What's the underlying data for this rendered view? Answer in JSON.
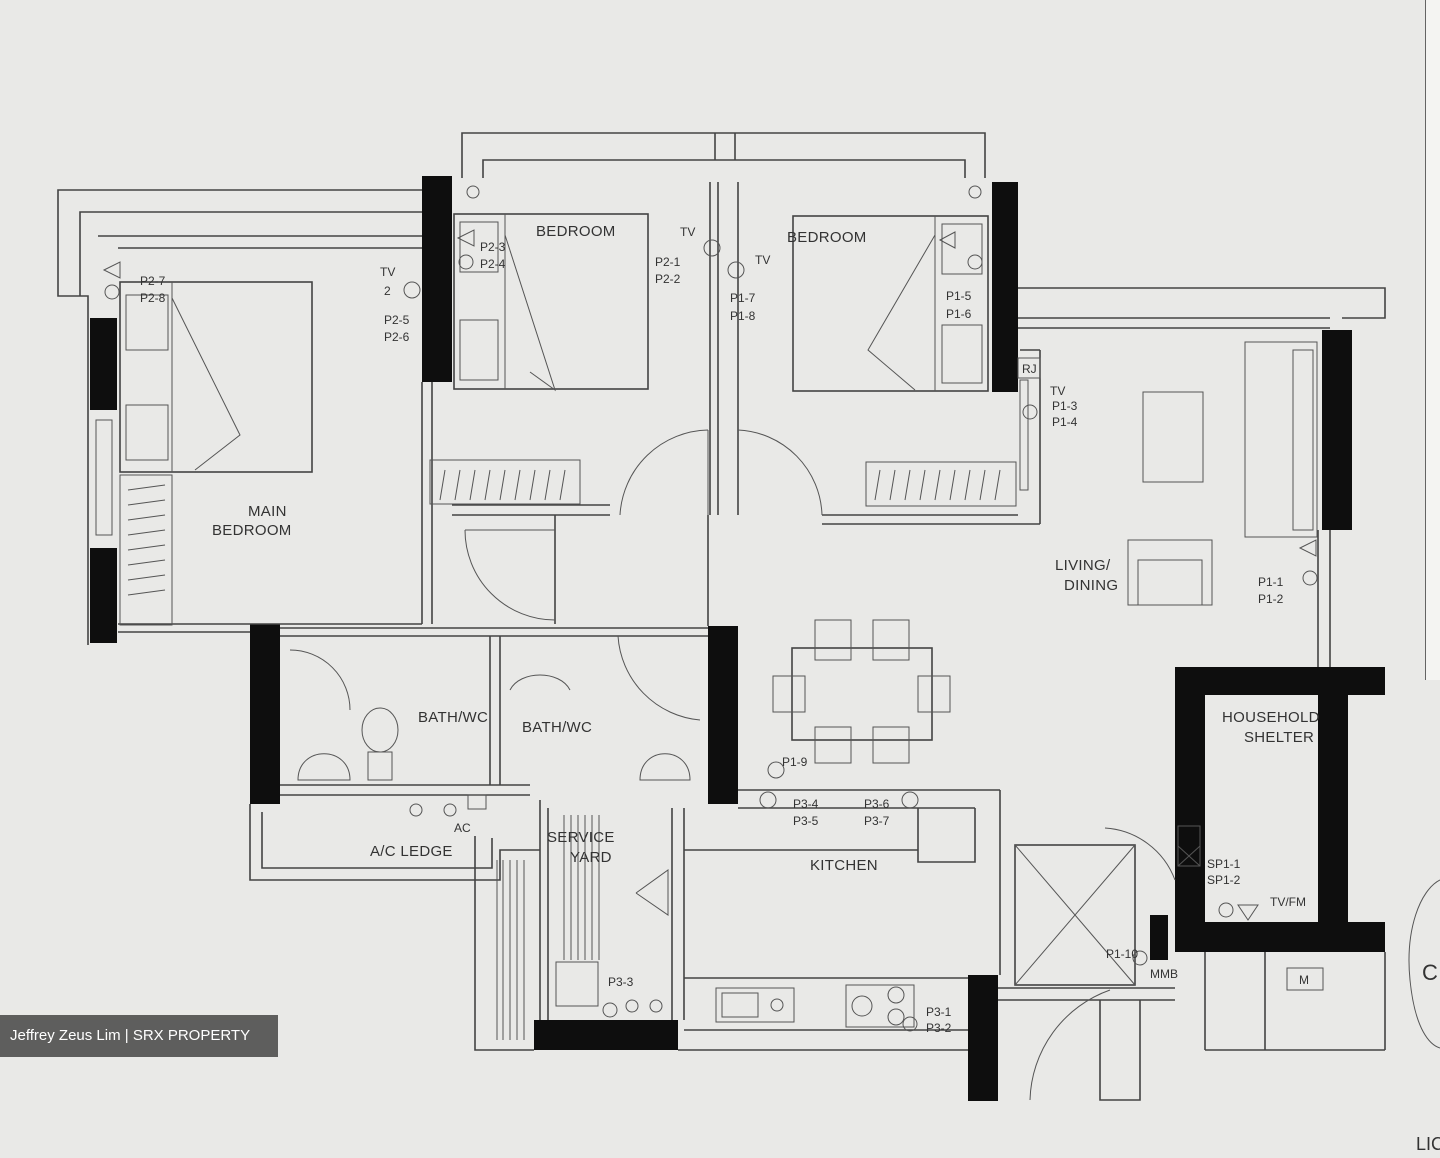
{
  "rooms": {
    "bedroom_1": "BEDROOM",
    "bedroom_2": "BEDROOM",
    "main_bedroom_line1": "MAIN",
    "main_bedroom_line2": "BEDROOM",
    "living_line1": "LIVING/",
    "living_line2": "DINING",
    "bath_1": "BATH/WC",
    "bath_2": "BATH/WC",
    "ac_ledge": "A/C LEDGE",
    "service_line1": "SERVICE",
    "service_line2": "YARD",
    "kitchen": "KITCHEN",
    "shelter_line1": "HOUSEHOLD",
    "shelter_line2": "SHELTER"
  },
  "points": {
    "p27": "P2-7",
    "p28": "P2-8",
    "p23": "P2-3",
    "p24": "P2-4",
    "tv_a": "TV",
    "n2_a": "2",
    "p25": "P2-5",
    "p26": "P2-6",
    "tv_b": "TV",
    "p21": "P2-1",
    "p22": "P2-2",
    "tv_c": "TV",
    "p17": "P1-7",
    "p18": "P1-8",
    "p15": "P1-5",
    "p16": "P1-6",
    "rj": "RJ",
    "tv_d": "TV",
    "p13": "P1-3",
    "p14": "P1-4",
    "p11": "P1-1",
    "p12": "P1-2",
    "p19": "P1-9",
    "ac": "AC",
    "p34": "P3-4",
    "p35": "P3-5",
    "p36": "P3-6",
    "p37": "P3-7",
    "sp11": "SP1-1",
    "sp12": "SP1-2",
    "tvfm": "TV/FM",
    "p110": "P1-10",
    "mmb": "MMB",
    "m": "M",
    "p33": "P3-3",
    "p31": "P3-1",
    "p32": "P3-2"
  },
  "watermark": "Jeffrey Zeus Lim | SRX PROPERTY"
}
